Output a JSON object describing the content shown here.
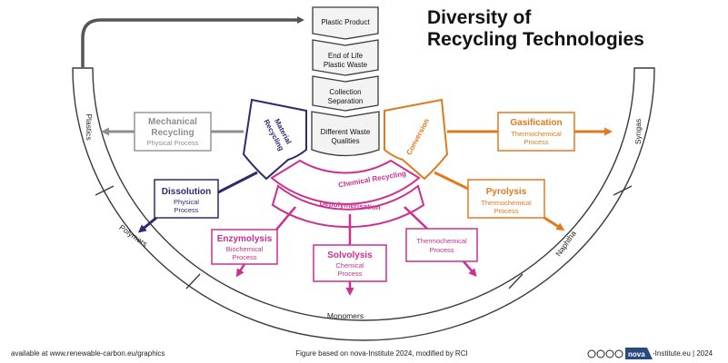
{
  "title": {
    "line1": "Diversity of",
    "line2": "Recycling Technologies"
  },
  "stack": {
    "plastic_product": "Plastic Product",
    "end_of_life_1": "End of Life",
    "end_of_life_2": "Plastic Waste",
    "collection_1": "Collection",
    "collection_2": "Separation",
    "waste_1": "Different Waste",
    "waste_2": "Qualities"
  },
  "branches": {
    "material_recycling_1": "Material",
    "material_recycling_2": "Recycling",
    "conversion": "Conversion",
    "chemical_recycling": "Chemical Recycling",
    "depolymerisation": "Depolymerisation"
  },
  "processes": {
    "mechanical": {
      "title_1": "Mechanical",
      "title_2": "Recycling",
      "sub": "Physical Process"
    },
    "dissolution": {
      "title": "Dissolution",
      "sub_1": "Physical",
      "sub_2": "Process"
    },
    "enzymolysis": {
      "title": "Enzymolysis",
      "sub_1": "Biochemical",
      "sub_2": "Process"
    },
    "solvolysis": {
      "title": "Solvolysis",
      "sub_1": "Chemical",
      "sub_2": "Process"
    },
    "thermochemical": {
      "sub_1": "Thermochemical",
      "sub_2": "Process"
    },
    "gasification": {
      "title": "Gasification",
      "sub_1": "Thermochemical",
      "sub_2": "Process"
    },
    "pyrolysis": {
      "title": "Pyrolysis",
      "sub_1": "Thermochemical",
      "sub_2": "Process"
    }
  },
  "outputs": {
    "plastics": "Plastics",
    "polymers": "Polymers",
    "monomers": "Monomers",
    "naphtha": "Naphtha",
    "syngas": "Syngas"
  },
  "footer": {
    "left": "available at www.renewable-carbon.eu/graphics",
    "center": "Figure based on nova-Institute 2024, modified by RCI",
    "logo_text": "nova",
    "right": "-Institute.eu | 2024"
  },
  "colors": {
    "gray": "#8e8e8e",
    "dark_gray": "#555555",
    "navy": "#2e2a6e",
    "magenta": "#cc2f8f",
    "orange": "#e07a1f",
    "outline": "#3a3a3a"
  }
}
